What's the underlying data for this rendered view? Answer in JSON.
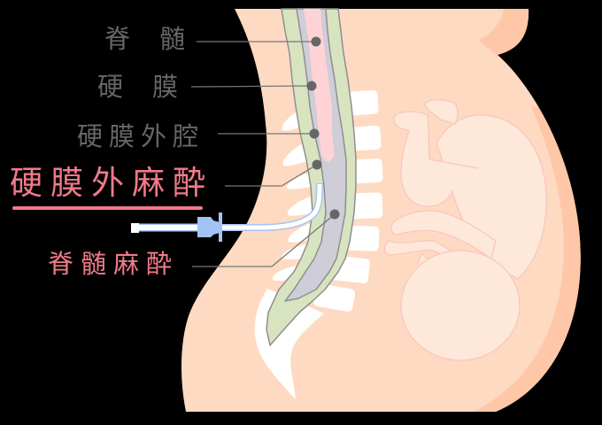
{
  "labels": {
    "spinal_cord": "脊　髄",
    "dura_mater": "硬　膜",
    "epidural_space": "硬膜外腔",
    "epidural_anesthesia": "硬膜外麻酔",
    "spinal_anesthesia": "脊髄麻酔"
  },
  "colors": {
    "background": "#000000",
    "body": "#fedac2",
    "body_shadow": "#fec8a8",
    "fetus": "#fde8da",
    "fetus_outline": "#f7c5bf",
    "bone": "#ffffff",
    "dura_band": "#d8e4c0",
    "csf_band": "#cfcdd8",
    "spinal_cord": "#ffd3d6",
    "spine_outline": "#8f8f8f",
    "needle_hub": "#a3c3f7",
    "catheter_outline": "#a6c4f2",
    "catheter_fill": "#ffffff",
    "label_gray": "#666666",
    "label_pink": "#f27a8a",
    "leader_line": "#777777",
    "leader_dot": "#666666"
  }
}
